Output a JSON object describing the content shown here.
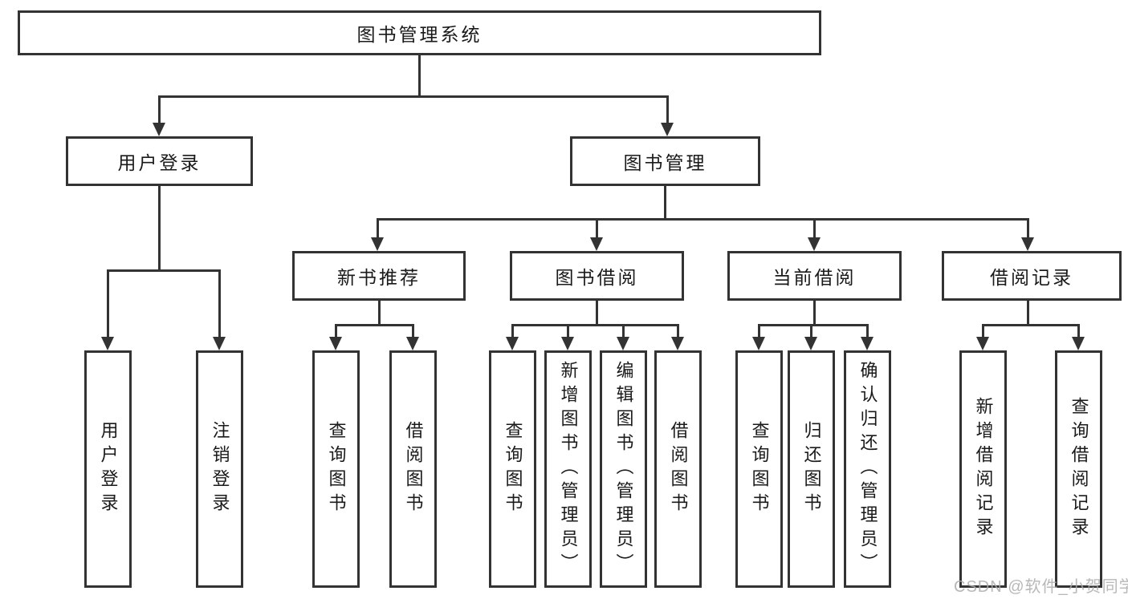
{
  "page": {
    "type": "hierarchy-diagram"
  },
  "watermark": "CSDN @软件_小贺同学",
  "colors": {
    "line": "#333333",
    "box_background": "#ffffff",
    "text": "#1a1a1a",
    "watermark": "#acacac"
  },
  "tree": {
    "root": {
      "label": "图书管理系统"
    },
    "branches": [
      {
        "label": "用户登录",
        "children": [
          "用户登录",
          "注销登录"
        ]
      },
      {
        "label": "图书管理",
        "sections": [
          {
            "label": "新书推荐",
            "children": [
              "查询图书",
              "借阅图书"
            ]
          },
          {
            "label": "图书借阅",
            "children": [
              "查询图书",
              "新增图书（管理员）",
              "编辑图书（管理员）",
              "借阅图书"
            ]
          },
          {
            "label": "当前借阅",
            "children": [
              "查询图书",
              "归还图书",
              "确认归还（管理员）"
            ]
          },
          {
            "label": "借阅记录",
            "children": [
              "新增借阅记录",
              "查询借阅记录"
            ]
          }
        ]
      }
    ]
  }
}
